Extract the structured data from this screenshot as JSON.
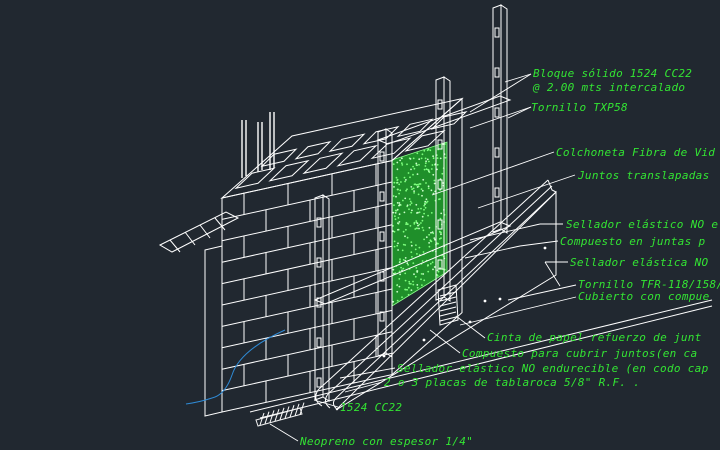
{
  "colors": {
    "background": "#212830",
    "line": "#ffffff",
    "annotation": "#33e533",
    "insulation": "#1f8f2a",
    "hatch": "#f0f0f0",
    "wire": "#2f8bd6"
  },
  "labels": {
    "bloque_1": "Bloque sólido 1524 CC22",
    "bloque_2": "@ 2.00 mts  intercalado",
    "tornillo_txp": "Tornillo TXP58",
    "colchoneta": "Colchoneta Fibra de Vid",
    "juntos": "Juntos translapadas",
    "sellador_1": "Sellador elástico NO e",
    "compuesto_juntas": "Compuesto en juntas p",
    "sellador_2": "Sellador elástica NO",
    "tornillo_tfr": "Tornillo TFR-118/158/",
    "cubierto": "Cubierto con compue",
    "cinta": "Cinta de papel refuerzo de junt",
    "compuesto_cubrir": "Compuesto para cubrir juntos(en ca",
    "sellador_3": "Sellador elástico NO endurecible (en codo cap",
    "placas": "2 o 3 placas de tablaroca 5/8\" R.F. .",
    "perfil": "1524 CC22",
    "neopreno": "Neopreno con espesor 1/4\""
  }
}
